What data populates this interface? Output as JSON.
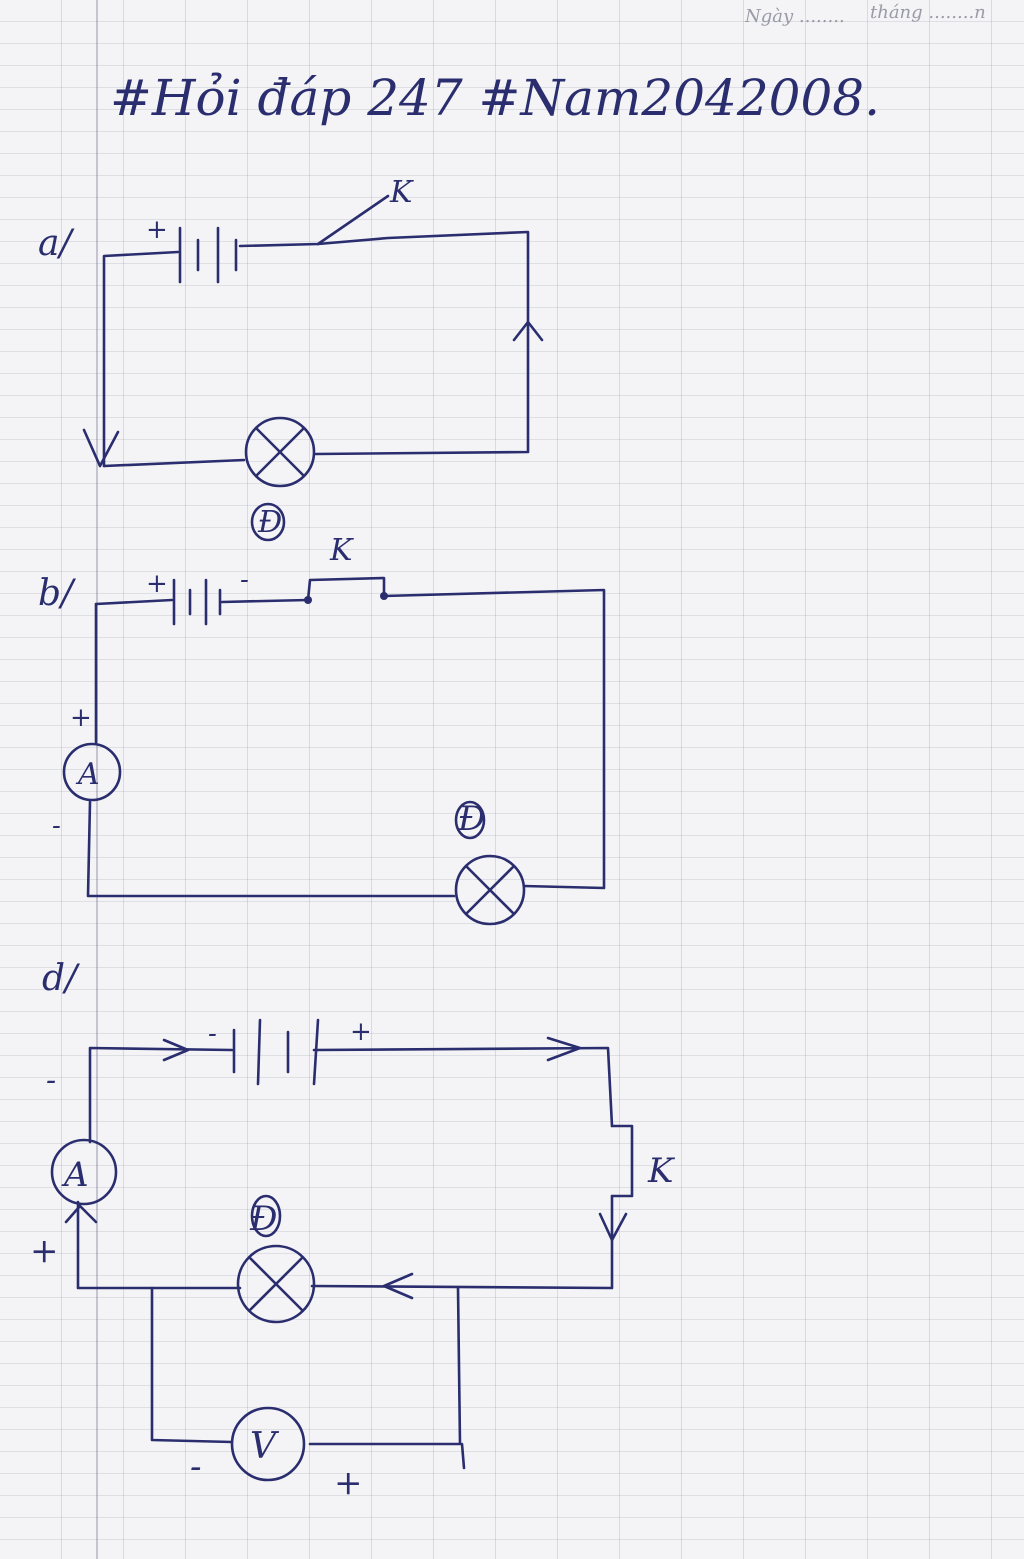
{
  "paper": {
    "header_day": "Ngày ........",
    "header_month": "tháng ........n"
  },
  "title": "#Hỏi đáp 247  #Nam2042008.",
  "circuits": [
    {
      "label": "a/",
      "battery_plus": "+",
      "switch_label": "K",
      "lamp_label": "Đ"
    },
    {
      "label": "b/",
      "battery_plus": "+",
      "battery_minus": "-",
      "switch_label": "K",
      "ammeter_symbol": "A",
      "ammeter_plus": "+",
      "ammeter_minus": "-",
      "lamp_label": "Đ"
    },
    {
      "label": "d/",
      "battery_plus": "+",
      "battery_minus": "-",
      "switch_label": "K",
      "ammeter_symbol": "A",
      "ammeter_plus": "+",
      "ammeter_minus": "-",
      "lamp_label": "Đ",
      "voltmeter_symbol": "V",
      "voltmeter_minus": "-",
      "voltmeter_plus": "+"
    }
  ],
  "colors": {
    "ink": "#2a2d6e",
    "paper": "#f4f4f6",
    "grid": "#b4b4c8"
  }
}
